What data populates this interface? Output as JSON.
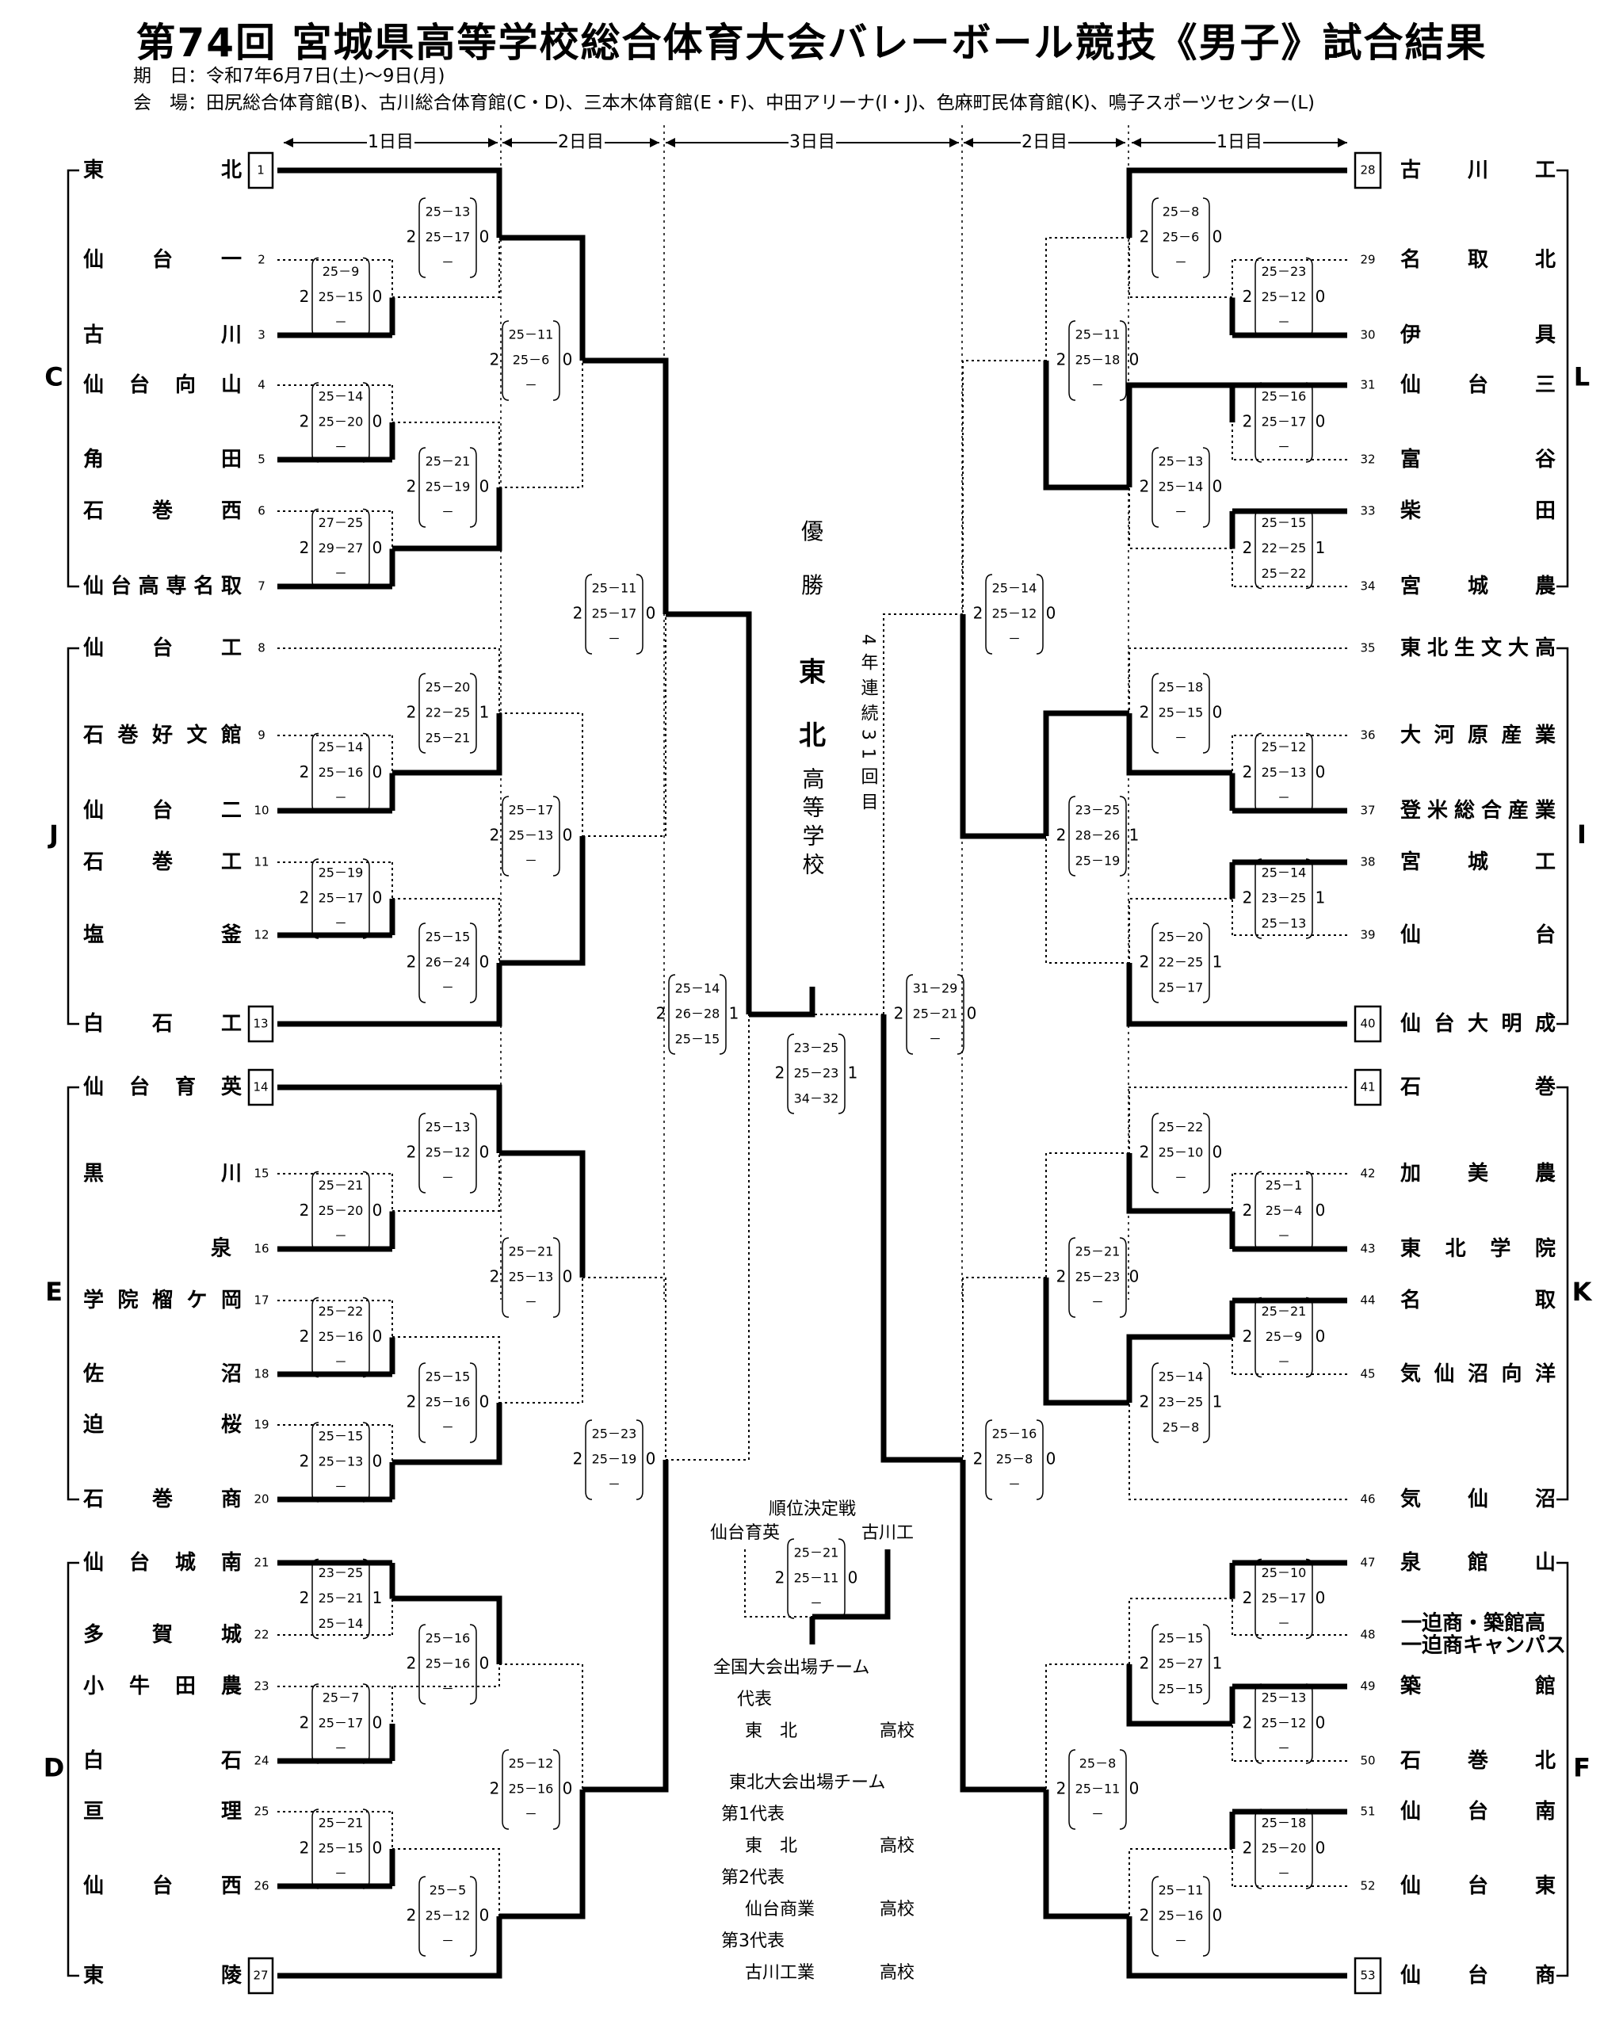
{
  "header": {
    "title": "第74回 宮城県高等学校総合体育大会バレーボール競技《男子》試合結果",
    "date_label": "期　日：",
    "date_value": "令和7年6月7日(土)〜9日(月)",
    "venue_label": "会　場：",
    "venue_value": "田尻総合体育館(B)、古川総合体育館(C・D)、三本木体育館(E・F)、中田アリーナ(I・J)、色麻町民体育館(K)、鳴子スポーツセンター(L)"
  },
  "day_labels": {
    "left_day1": "1日目",
    "left_day2": "2日目",
    "center_day3": "3日目",
    "right_day2": "2日目",
    "right_day1": "1日目"
  },
  "blocks": {
    "c": "C",
    "j": "J",
    "e": "E",
    "d": "D",
    "l": "L",
    "i": "I",
    "k": "K",
    "f": "F"
  },
  "teams": [
    {
      "num": "1",
      "name": "東北",
      "seed": true
    },
    {
      "num": "2",
      "name": "仙台一"
    },
    {
      "num": "3",
      "name": "古川"
    },
    {
      "num": "4",
      "name": "仙台向山"
    },
    {
      "num": "5",
      "name": "角田"
    },
    {
      "num": "6",
      "name": "石巻西"
    },
    {
      "num": "7",
      "name": "仙台高専名取"
    },
    {
      "num": "8",
      "name": "仙台工"
    },
    {
      "num": "9",
      "name": "石巻好文館"
    },
    {
      "num": "10",
      "name": "仙台二"
    },
    {
      "num": "11",
      "name": "石巻工"
    },
    {
      "num": "12",
      "name": "塩釜"
    },
    {
      "num": "13",
      "name": "白石工",
      "seed": true
    },
    {
      "num": "14",
      "name": "仙台育英",
      "seed": true
    },
    {
      "num": "15",
      "name": "黒川"
    },
    {
      "num": "16",
      "name": "泉"
    },
    {
      "num": "17",
      "name": "学院榴ケ岡"
    },
    {
      "num": "18",
      "name": "佐沼"
    },
    {
      "num": "19",
      "name": "迫桜"
    },
    {
      "num": "20",
      "name": "石巻商"
    },
    {
      "num": "21",
      "name": "仙台城南"
    },
    {
      "num": "22",
      "name": "多賀城"
    },
    {
      "num": "23",
      "name": "小牛田農"
    },
    {
      "num": "24",
      "name": "白石"
    },
    {
      "num": "25",
      "name": "亘理"
    },
    {
      "num": "26",
      "name": "仙台西"
    },
    {
      "num": "27",
      "name": "東陵",
      "seed": true
    },
    {
      "num": "28",
      "name": "古川工",
      "seed": true
    },
    {
      "num": "29",
      "name": "名取北"
    },
    {
      "num": "30",
      "name": "伊具"
    },
    {
      "num": "31",
      "name": "仙台三"
    },
    {
      "num": "32",
      "name": "富谷"
    },
    {
      "num": "33",
      "name": "柴田"
    },
    {
      "num": "34",
      "name": "宮城農"
    },
    {
      "num": "35",
      "name": "東北生文大高"
    },
    {
      "num": "36",
      "name": "大河原産業"
    },
    {
      "num": "37",
      "name": "登米総合産業"
    },
    {
      "num": "38",
      "name": "宮城工"
    },
    {
      "num": "39",
      "name": "仙台"
    },
    {
      "num": "40",
      "name": "仙台大明成",
      "seed": true
    },
    {
      "num": "41",
      "name": "石巻",
      "seed": true
    },
    {
      "num": "42",
      "name": "加美農"
    },
    {
      "num": "43",
      "name": "東北学院"
    },
    {
      "num": "44",
      "name": "名取"
    },
    {
      "num": "45",
      "name": "気仙沼向洋"
    },
    {
      "num": "46",
      "name": "気仙沼"
    },
    {
      "num": "47",
      "name": "泉館山"
    },
    {
      "num": "48",
      "name": "一迫商・築館高",
      "name2": "一迫商キャンパス"
    },
    {
      "num": "49",
      "name": "築館"
    },
    {
      "num": "50",
      "name": "石巻北"
    },
    {
      "num": "51",
      "name": "仙台南"
    },
    {
      "num": "52",
      "name": "仙台東"
    },
    {
      "num": "53",
      "name": "仙台商",
      "seed": true
    }
  ],
  "matches": [
    {
      "w": "2",
      "l": "0",
      "sets": [
        "25－13",
        "25－17",
        "－"
      ]
    },
    {
      "w": "2",
      "l": "0",
      "sets": [
        "25－9",
        "25－15",
        "－"
      ]
    },
    {
      "w": "2",
      "l": "0",
      "sets": [
        "25－11",
        "25－6",
        "－"
      ]
    },
    {
      "w": "2",
      "l": "0",
      "sets": [
        "25－14",
        "25－20",
        "－"
      ]
    },
    {
      "w": "2",
      "l": "0",
      "sets": [
        "25－21",
        "25－19",
        "－"
      ]
    },
    {
      "w": "2",
      "l": "0",
      "sets": [
        "27－25",
        "29－27",
        "－"
      ]
    },
    {
      "w": "2",
      "l": "0",
      "sets": [
        "25－11",
        "25－17",
        "－"
      ]
    },
    {
      "w": "2",
      "l": "1",
      "sets": [
        "25－20",
        "22－25",
        "25－21"
      ]
    },
    {
      "w": "2",
      "l": "0",
      "sets": [
        "25－14",
        "25－16",
        "－"
      ]
    },
    {
      "w": "2",
      "l": "0",
      "sets": [
        "25－17",
        "25－13",
        "－"
      ]
    },
    {
      "w": "2",
      "l": "0",
      "sets": [
        "25－19",
        "25－17",
        "－"
      ]
    },
    {
      "w": "2",
      "l": "0",
      "sets": [
        "25－15",
        "26－24",
        "－"
      ]
    },
    {
      "w": "2",
      "l": "1",
      "sets": [
        "25－14",
        "26－28",
        "25－15"
      ]
    },
    {
      "w": "2",
      "l": "0",
      "sets": [
        "25－13",
        "25－12",
        "－"
      ]
    },
    {
      "w": "2",
      "l": "0",
      "sets": [
        "25－21",
        "25－20",
        "－"
      ]
    },
    {
      "w": "2",
      "l": "0",
      "sets": [
        "25－21",
        "25－13",
        "－"
      ]
    },
    {
      "w": "2",
      "l": "0",
      "sets": [
        "25－22",
        "25－16",
        "－"
      ]
    },
    {
      "w": "2",
      "l": "0",
      "sets": [
        "25－15",
        "25－16",
        "－"
      ]
    },
    {
      "w": "2",
      "l": "0",
      "sets": [
        "25－15",
        "25－13",
        "－"
      ]
    },
    {
      "w": "2",
      "l": "0",
      "sets": [
        "25－23",
        "25－19",
        "－"
      ]
    },
    {
      "w": "2",
      "l": "1",
      "sets": [
        "23－25",
        "25－21",
        "25－14"
      ]
    },
    {
      "w": "2",
      "l": "0",
      "sets": [
        "25－16",
        "25－16",
        "－"
      ]
    },
    {
      "w": "2",
      "l": "0",
      "sets": [
        "25－7",
        "25－17",
        "－"
      ]
    },
    {
      "w": "2",
      "l": "0",
      "sets": [
        "25－12",
        "25－16",
        "－"
      ]
    },
    {
      "w": "2",
      "l": "0",
      "sets": [
        "25－21",
        "25－15",
        "－"
      ]
    },
    {
      "w": "2",
      "l": "0",
      "sets": [
        "25－5",
        "25－12",
        "－"
      ]
    },
    {
      "w": "2",
      "l": "0",
      "sets": [
        "25－8",
        "25－6",
        "－"
      ]
    },
    {
      "w": "2",
      "l": "0",
      "sets": [
        "25－23",
        "25－12",
        "－"
      ]
    },
    {
      "w": "2",
      "l": "0",
      "sets": [
        "25－11",
        "25－18",
        "－"
      ]
    },
    {
      "w": "2",
      "l": "0",
      "sets": [
        "25－16",
        "25－17",
        "－"
      ]
    },
    {
      "w": "2",
      "l": "0",
      "sets": [
        "25－13",
        "25－14",
        "－"
      ]
    },
    {
      "w": "2",
      "l": "1",
      "sets": [
        "25－15",
        "22－25",
        "25－22"
      ]
    },
    {
      "w": "2",
      "l": "0",
      "sets": [
        "25－14",
        "25－12",
        "－"
      ]
    },
    {
      "w": "2",
      "l": "0",
      "sets": [
        "25－18",
        "25－15",
        "－"
      ]
    },
    {
      "w": "2",
      "l": "0",
      "sets": [
        "25－12",
        "25－13",
        "－"
      ]
    },
    {
      "w": "2",
      "l": "1",
      "sets": [
        "23－25",
        "28－26",
        "25－19"
      ]
    },
    {
      "w": "2",
      "l": "1",
      "sets": [
        "25－14",
        "23－25",
        "25－13"
      ]
    },
    {
      "w": "2",
      "l": "1",
      "sets": [
        "25－20",
        "22－25",
        "25－17"
      ]
    },
    {
      "w": "2",
      "l": "0",
      "sets": [
        "31－29",
        "25－21",
        "－"
      ]
    },
    {
      "w": "2",
      "l": "0",
      "sets": [
        "25－22",
        "25－10",
        "－"
      ]
    },
    {
      "w": "2",
      "l": "0",
      "sets": [
        "25－1",
        "25－4",
        "－"
      ]
    },
    {
      "w": "2",
      "l": "0",
      "sets": [
        "25－21",
        "25－23",
        "－"
      ]
    },
    {
      "w": "2",
      "l": "0",
      "sets": [
        "25－21",
        "25－9",
        "－"
      ]
    },
    {
      "w": "2",
      "l": "1",
      "sets": [
        "25－14",
        "23－25",
        "25－8"
      ]
    },
    {
      "w": "2",
      "l": "0",
      "sets": [
        "25－16",
        "25－8",
        "－"
      ]
    },
    {
      "w": "2",
      "l": "0",
      "sets": [
        "25－10",
        "25－17",
        "－"
      ]
    },
    {
      "w": "2",
      "l": "1",
      "sets": [
        "25－15",
        "25－27",
        "25－15"
      ]
    },
    {
      "w": "2",
      "l": "0",
      "sets": [
        "25－13",
        "25－12",
        "－"
      ]
    },
    {
      "w": "2",
      "l": "0",
      "sets": [
        "25－8",
        "25－11",
        "－"
      ]
    },
    {
      "w": "2",
      "l": "0",
      "sets": [
        "25－18",
        "25－20",
        "－"
      ]
    },
    {
      "w": "2",
      "l": "0",
      "sets": [
        "25－11",
        "25－16",
        "－"
      ]
    },
    {
      "w": "2",
      "l": "1",
      "sets": [
        "23－25",
        "25－23",
        "34－32"
      ]
    },
    {
      "w": "2",
      "l": "0",
      "sets": [
        "25－21",
        "25－11",
        "－"
      ]
    }
  ],
  "champion": {
    "label1": "優",
    "label2": "勝",
    "team1": "東",
    "team2": "北",
    "school": "高等学校",
    "streak": "4年連続31回目"
  },
  "placement": {
    "title": "順位決定戦",
    "left_team": "仙台育英",
    "right_team": "古川工"
  },
  "national": {
    "title": "全国大会出場チーム",
    "rep_label": "代表",
    "rep_team": "東　北",
    "rep_suffix": "高校"
  },
  "tohoku": {
    "title": "東北大会出場チーム",
    "reps": [
      {
        "label": "第1代表",
        "team": "東　北",
        "suffix": "高校"
      },
      {
        "label": "第2代表",
        "team": "仙台商業",
        "suffix": "高校"
      },
      {
        "label": "第3代表",
        "team": "古川工業",
        "suffix": "高校"
      }
    ]
  }
}
